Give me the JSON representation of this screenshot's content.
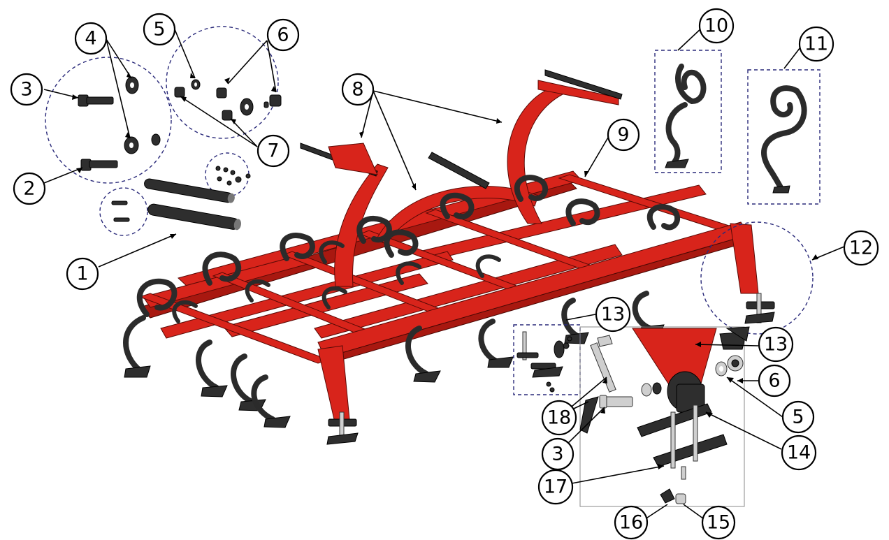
{
  "diagram": {
    "callouts": [
      {
        "id": "c1",
        "label": "1"
      },
      {
        "id": "c2",
        "label": "2"
      },
      {
        "id": "c3a",
        "label": "3"
      },
      {
        "id": "c4",
        "label": "4"
      },
      {
        "id": "c5a",
        "label": "5"
      },
      {
        "id": "c6a",
        "label": "6"
      },
      {
        "id": "c7",
        "label": "7"
      },
      {
        "id": "c8",
        "label": "8"
      },
      {
        "id": "c9",
        "label": "9"
      },
      {
        "id": "c10",
        "label": "10"
      },
      {
        "id": "c11",
        "label": "11"
      },
      {
        "id": "c12",
        "label": "12"
      },
      {
        "id": "c13a",
        "label": "13"
      },
      {
        "id": "c13b",
        "label": "13"
      },
      {
        "id": "c6b",
        "label": "6"
      },
      {
        "id": "c5b",
        "label": "5"
      },
      {
        "id": "c14",
        "label": "14"
      },
      {
        "id": "c18",
        "label": "18"
      },
      {
        "id": "c3b",
        "label": "3"
      },
      {
        "id": "c17",
        "label": "17"
      },
      {
        "id": "c16",
        "label": "16"
      },
      {
        "id": "c15",
        "label": "15"
      }
    ],
    "colors": {
      "frame": "#d8241b",
      "frame_shade": "#a81810",
      "tines": "#2b2b2b",
      "detail_outline": "#2a2a7a"
    }
  }
}
